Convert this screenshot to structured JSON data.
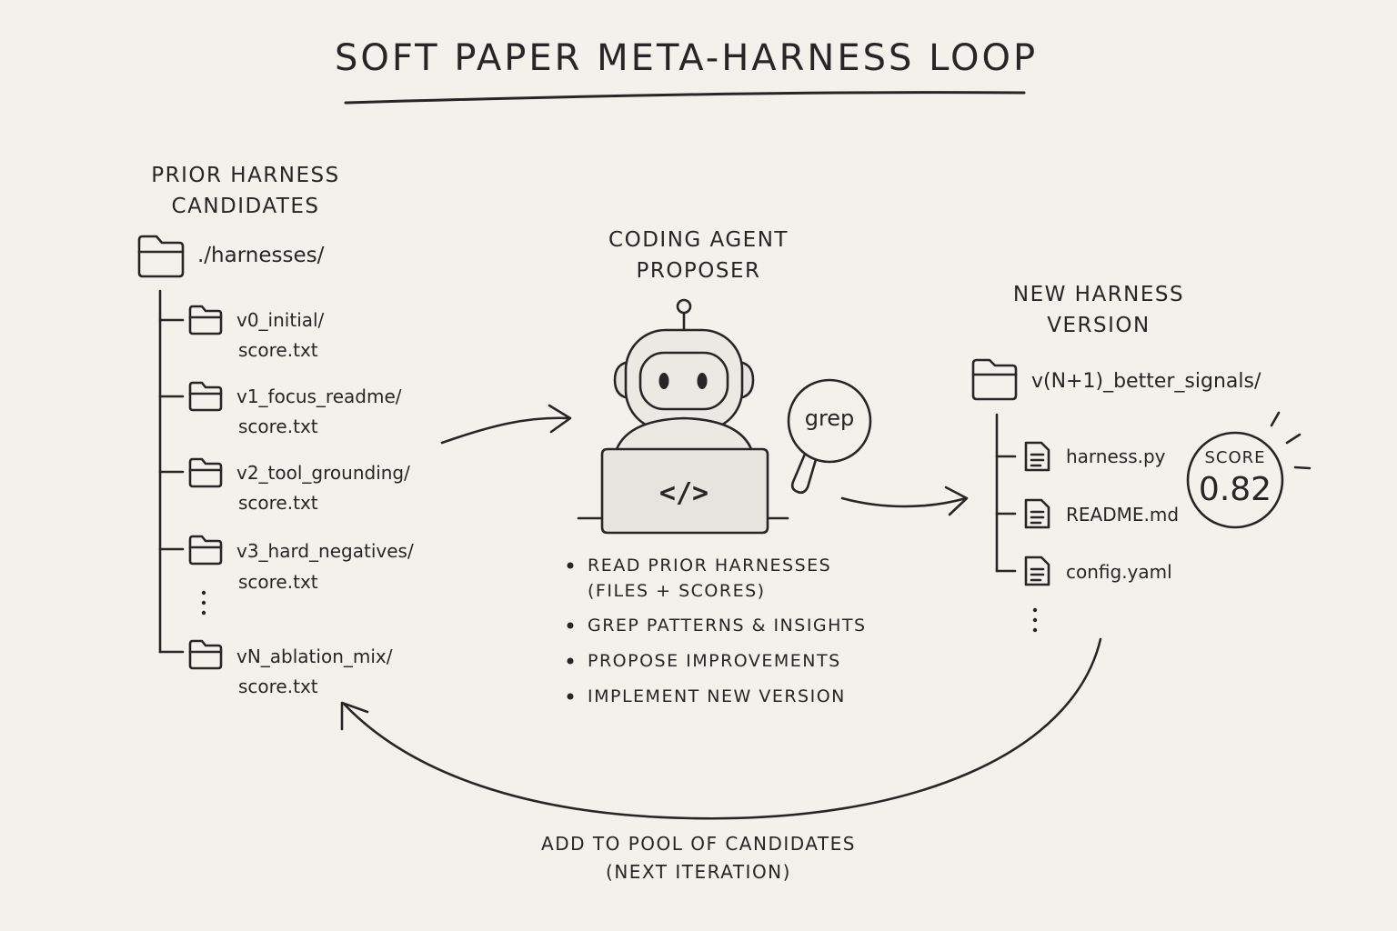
{
  "title": "Soft Paper Meta-Harness Loop",
  "prior": {
    "heading_line1": "Prior harness",
    "heading_line2": "candidates",
    "root_folder": "./harnesses/",
    "items": [
      {
        "folder": "v0_initial/",
        "file": "score.txt"
      },
      {
        "folder": "v1_focus_readme/",
        "file": "score.txt"
      },
      {
        "folder": "v2_tool_grounding/",
        "file": "score.txt"
      },
      {
        "folder": "v3_hard_negatives/",
        "file": "score.txt"
      },
      {
        "folder": "vN_ablation_mix/",
        "file": "score.txt"
      }
    ]
  },
  "agent": {
    "heading_line1": "Coding agent",
    "heading_line2": "proposer",
    "laptop_symbol": "</>",
    "magnifier_label": "grep",
    "bullets": [
      "Read prior harnesses",
      "(files + scores)",
      "Grep patterns & insights",
      "Propose improvements",
      "Implement new version"
    ]
  },
  "new_version": {
    "heading_line1": "New harness",
    "heading_line2": "version",
    "folder": "v(N+1)_better_signals/",
    "files": [
      "harness.py",
      "README.md",
      "config.yaml"
    ],
    "score_label": "Score",
    "score_value": "0.82"
  },
  "loop": {
    "label_line1": "Add to pool of candidates",
    "label_line2": "(next iteration)"
  },
  "colors": {
    "background": "#f3f1eb",
    "ink": "#262626",
    "fill": "#e6e4de"
  },
  "icons": [
    "folder-icon",
    "file-icon",
    "robot-icon",
    "laptop-icon",
    "magnifier-icon",
    "arrow-icon"
  ]
}
